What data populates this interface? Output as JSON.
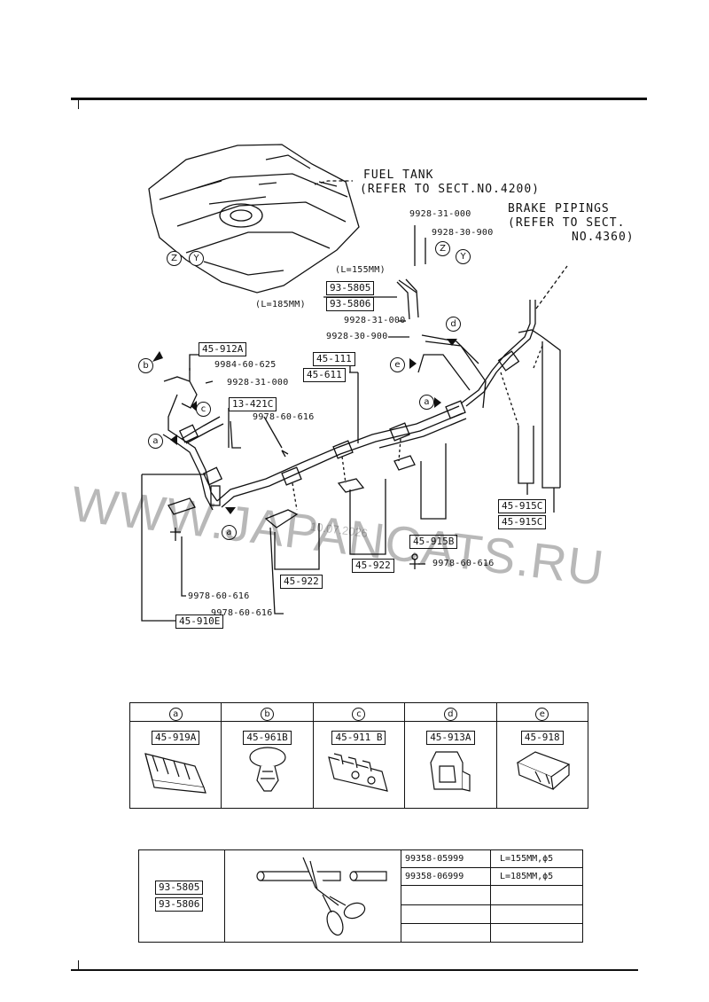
{
  "callouts": {
    "fuel_tank": [
      "FUEL TANK",
      "(REFER TO SECT.NO.4200)"
    ],
    "brake_pipings": [
      "BRAKE PIPINGS",
      "(REFER TO SECT.",
      "NO.4360)"
    ]
  },
  "letters": {
    "a": "a",
    "b": "b",
    "c": "c",
    "d": "d",
    "e": "e",
    "z": "Z",
    "y": "Y"
  },
  "parts": {
    "p45_912A": "45-912A",
    "p45_111": "45-111",
    "p45_611": "45-611",
    "p13_421C": "13-421C",
    "p93_5805": "93-5805",
    "p93_5806": "93-5806",
    "p45_915C_1": "45-915C",
    "p45_915C_2": "45-915C",
    "p45_915B": "45-915B",
    "p45_922_1": "45-922",
    "p45_922_2": "45-922",
    "p45_910E": "45-910E"
  },
  "numbers": {
    "n9928_31_000_a": "9928-31-000",
    "n9928_30_900_a": "9928-30-900",
    "n9928_31_000_b": "9928-31-000",
    "n9928_30_900_b": "9928-30-900",
    "n9984_60_625": "9984-60-625",
    "n9928_31_000_c": "9928-31-000",
    "n9978_60_616_a": "9978-60-616",
    "n9978_60_616_b": "9978-60-616",
    "n9978_60_616_c": "9978-60-616",
    "n9978_60_616_d": "9978-60-616"
  },
  "lengths": {
    "l155": "(L=155MM)",
    "l185": "(L=185MM)"
  },
  "watermark": {
    "main": "WWW.JAPANCATS.RU",
    "date": "10.07.2026"
  },
  "clip_table": [
    {
      "letter": "a",
      "part": "45-919A"
    },
    {
      "letter": "b",
      "part": "45-961B"
    },
    {
      "letter": "c",
      "part": "45-911 B"
    },
    {
      "letter": "d",
      "part": "45-913A"
    },
    {
      "letter": "e",
      "part": "45-918"
    }
  ],
  "hose_table": {
    "parts": [
      "93-5805",
      "93-5806"
    ],
    "rows": [
      {
        "number": "99358-05999",
        "spec": "L=155MM,ϕ5"
      },
      {
        "number": "99358-06999",
        "spec": "L=185MM,ϕ5"
      }
    ]
  }
}
